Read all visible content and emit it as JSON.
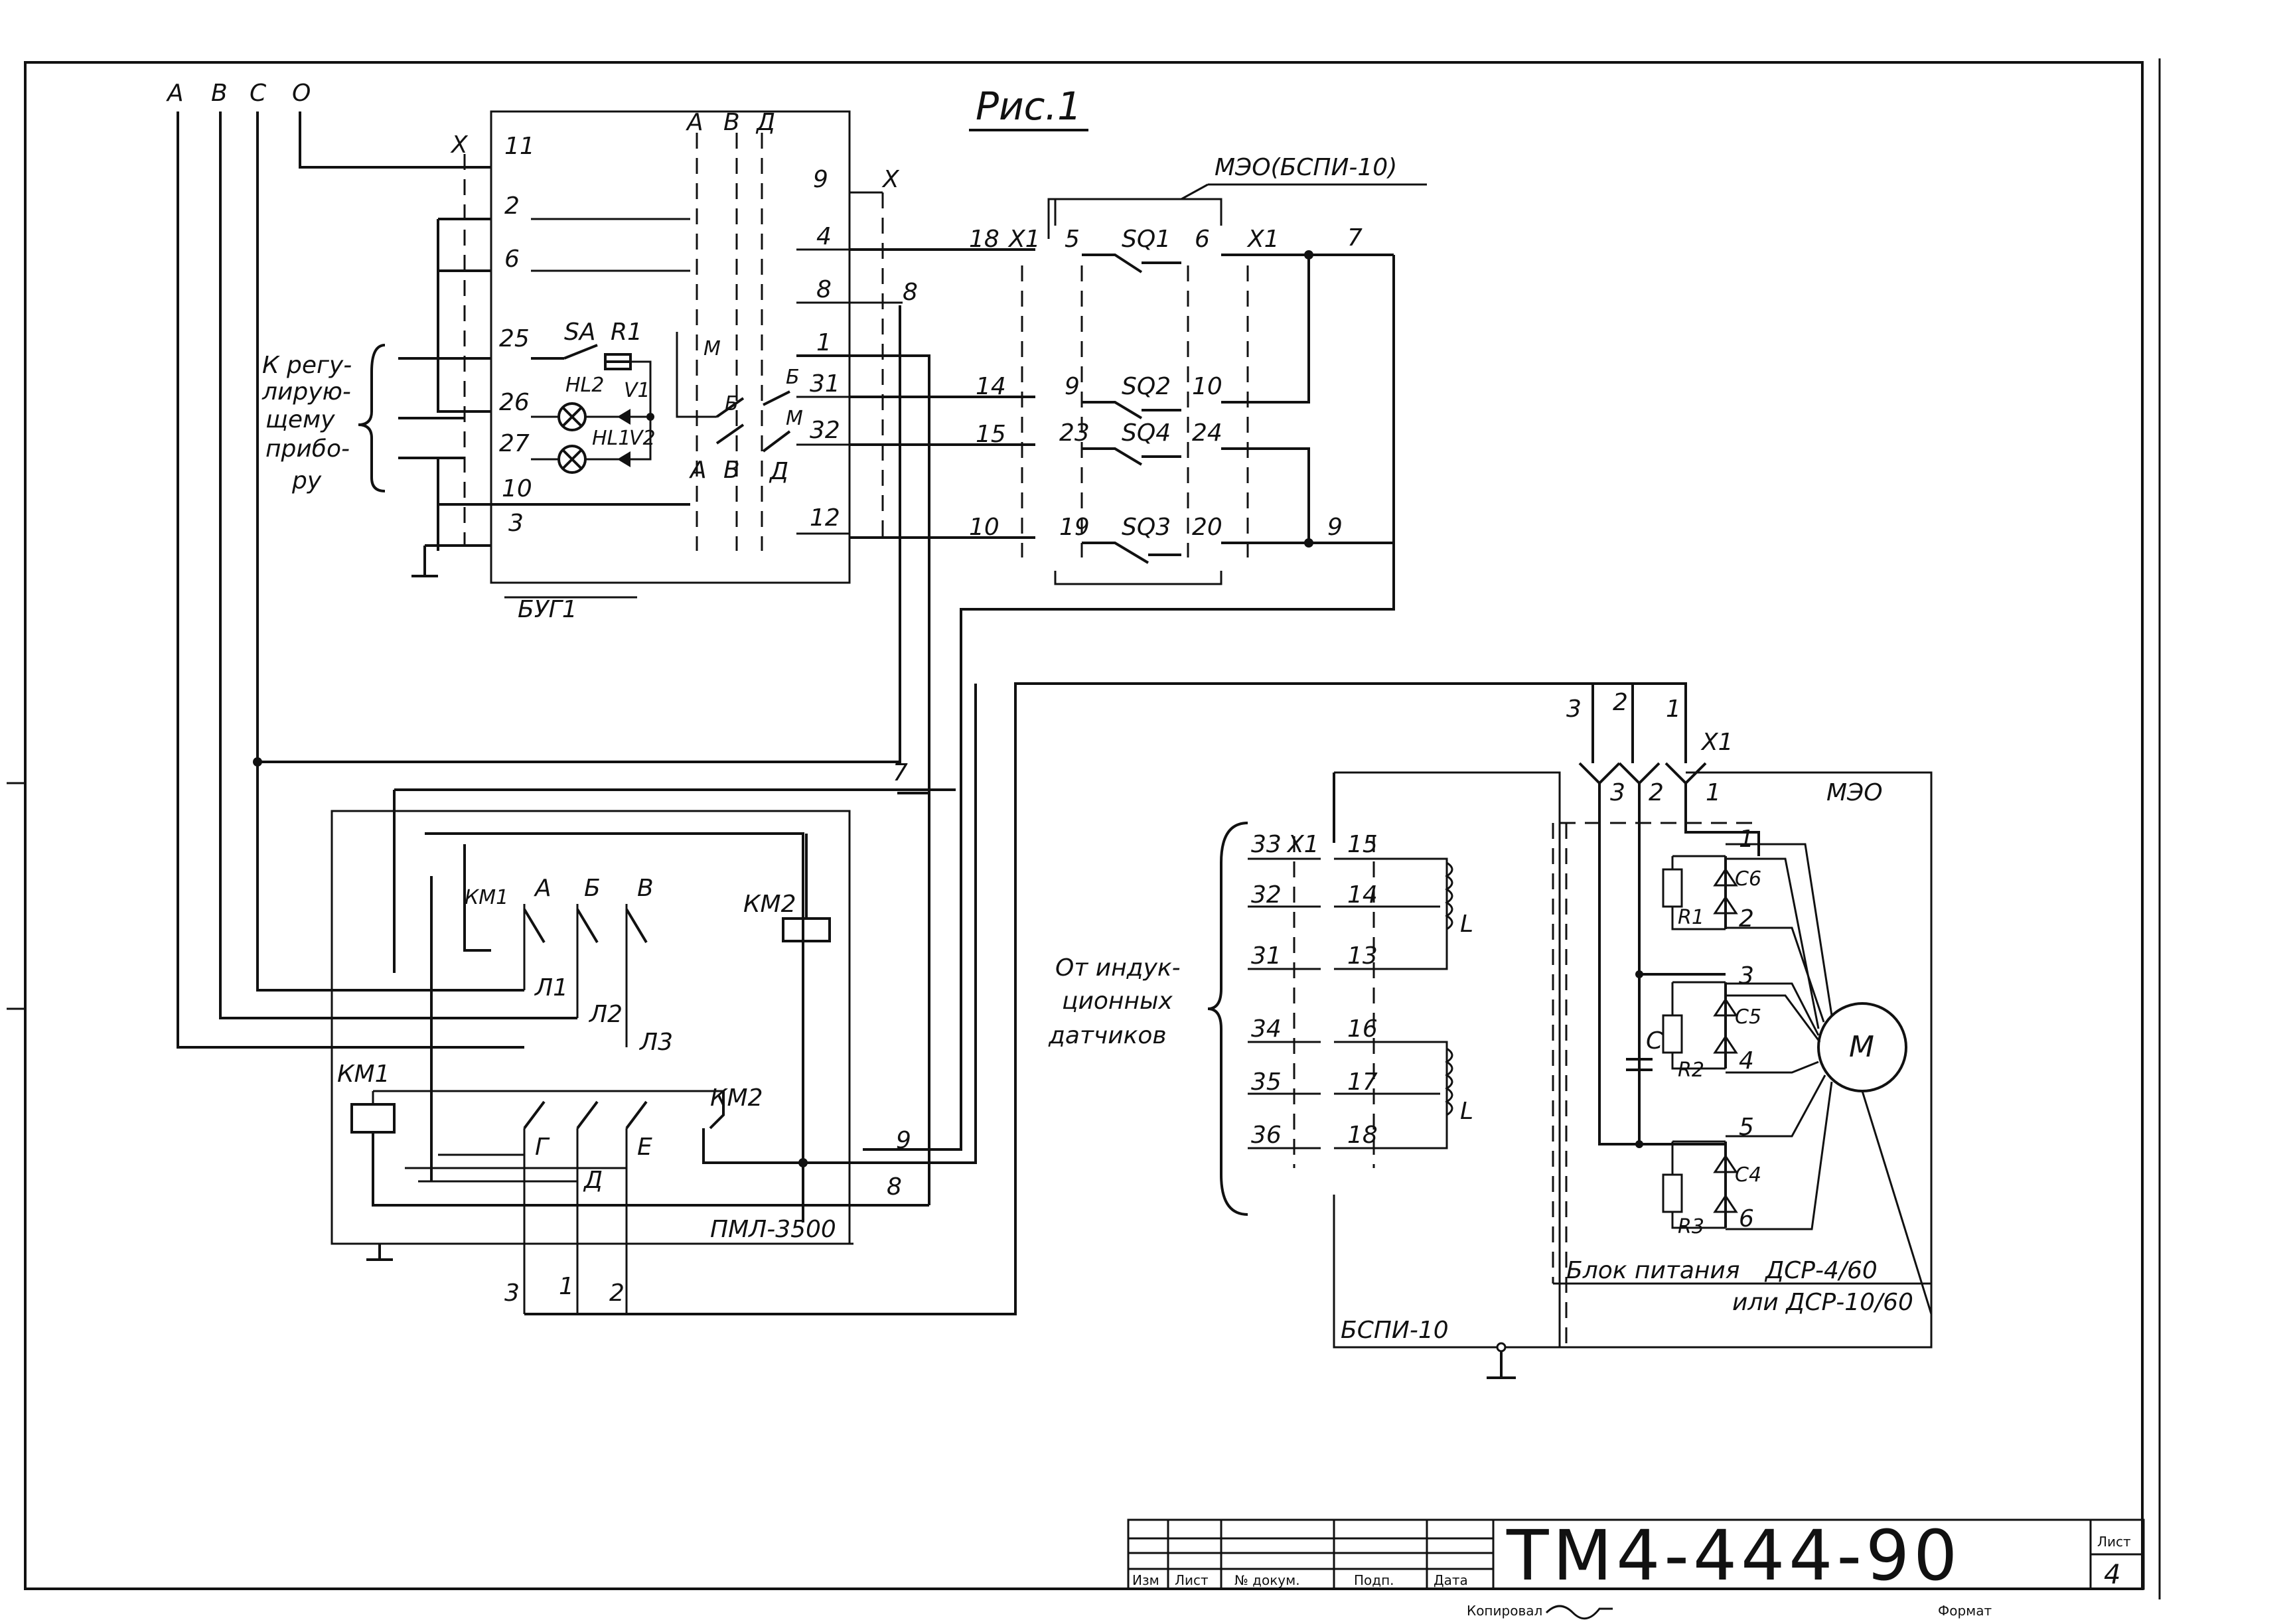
{
  "figure_title": "Рис.1",
  "drawing_number": "ТМ4-444-90",
  "sheet_label": "Лист",
  "sheet_number": "4",
  "format_label": "Формат",
  "copied_label": "Копировал",
  "title_block_headers": [
    "Изм",
    "Лист",
    "№ докум.",
    "Подп.",
    "Дата"
  ],
  "phases": [
    "А",
    "В",
    "С",
    "О"
  ],
  "block_labels": {
    "bug": "БУГ1",
    "meo_bspi": "МЭО(БСПИ-10)",
    "pml": "ПМЛ-3500",
    "bspi": "БСПИ-10",
    "meo": "МЭО",
    "power_block": "Блок питания",
    "dsr": "ДСР-4/60",
    "dsr_alt": "или ДСР-10/60",
    "regulator_note": [
      "К регу-",
      "лирую-",
      "щему",
      "прибо-",
      "ру"
    ],
    "sensors_note": [
      "От индук-",
      "ционных",
      "датчиков"
    ]
  },
  "components": {
    "motor": "М",
    "capacitor": "С",
    "coil": "L",
    "switch_sa": "SA",
    "resistor_r1": "R1",
    "lamp_hl1": "HL1",
    "lamp_hl2": "HL2",
    "diode_v1": "V1",
    "diode_v2": "V2",
    "km1": "КМ1",
    "km2": "КМ2",
    "sq": [
      "SQ1",
      "SQ2",
      "SQ3",
      "SQ4"
    ]
  },
  "bug_pins": [
    "11",
    "2",
    "6",
    "25",
    "26",
    "27",
    "10",
    "3"
  ],
  "bug_right_pins": [
    "9",
    "4",
    "8",
    "1",
    "31",
    "32",
    "12"
  ],
  "meo_pins_left": [
    "5",
    "9",
    "23",
    "19"
  ],
  "meo_pins_right": [
    "6",
    "10",
    "24",
    "20"
  ],
  "wire_numbers": [
    "18",
    "14",
    "15",
    "10",
    "7",
    "9",
    "8"
  ],
  "x_labels": [
    "Х",
    "Х1"
  ],
  "switch_letters": [
    "А",
    "В",
    "Д",
    "М",
    "Б"
  ],
  "pml_contacts": [
    "А",
    "Б",
    "В",
    "Г",
    "Д",
    "Е"
  ],
  "pml_lines": [
    "Л1",
    "Л2",
    "Л3"
  ],
  "pml_terminals": [
    "3",
    "1",
    "2"
  ],
  "sensor_pins": [
    "33",
    "32",
    "31",
    "34",
    "35",
    "36"
  ],
  "bspi_pins": [
    "15",
    "14",
    "13",
    "16",
    "17",
    "18"
  ],
  "meo_input_pins": [
    "3",
    "2",
    "1"
  ],
  "rectifier_nodes": [
    "1",
    "2",
    "3",
    "4",
    "5",
    "6"
  ],
  "rectifier_parts": [
    "С6",
    "С5",
    "С4",
    "R1",
    "R2",
    "R3"
  ]
}
